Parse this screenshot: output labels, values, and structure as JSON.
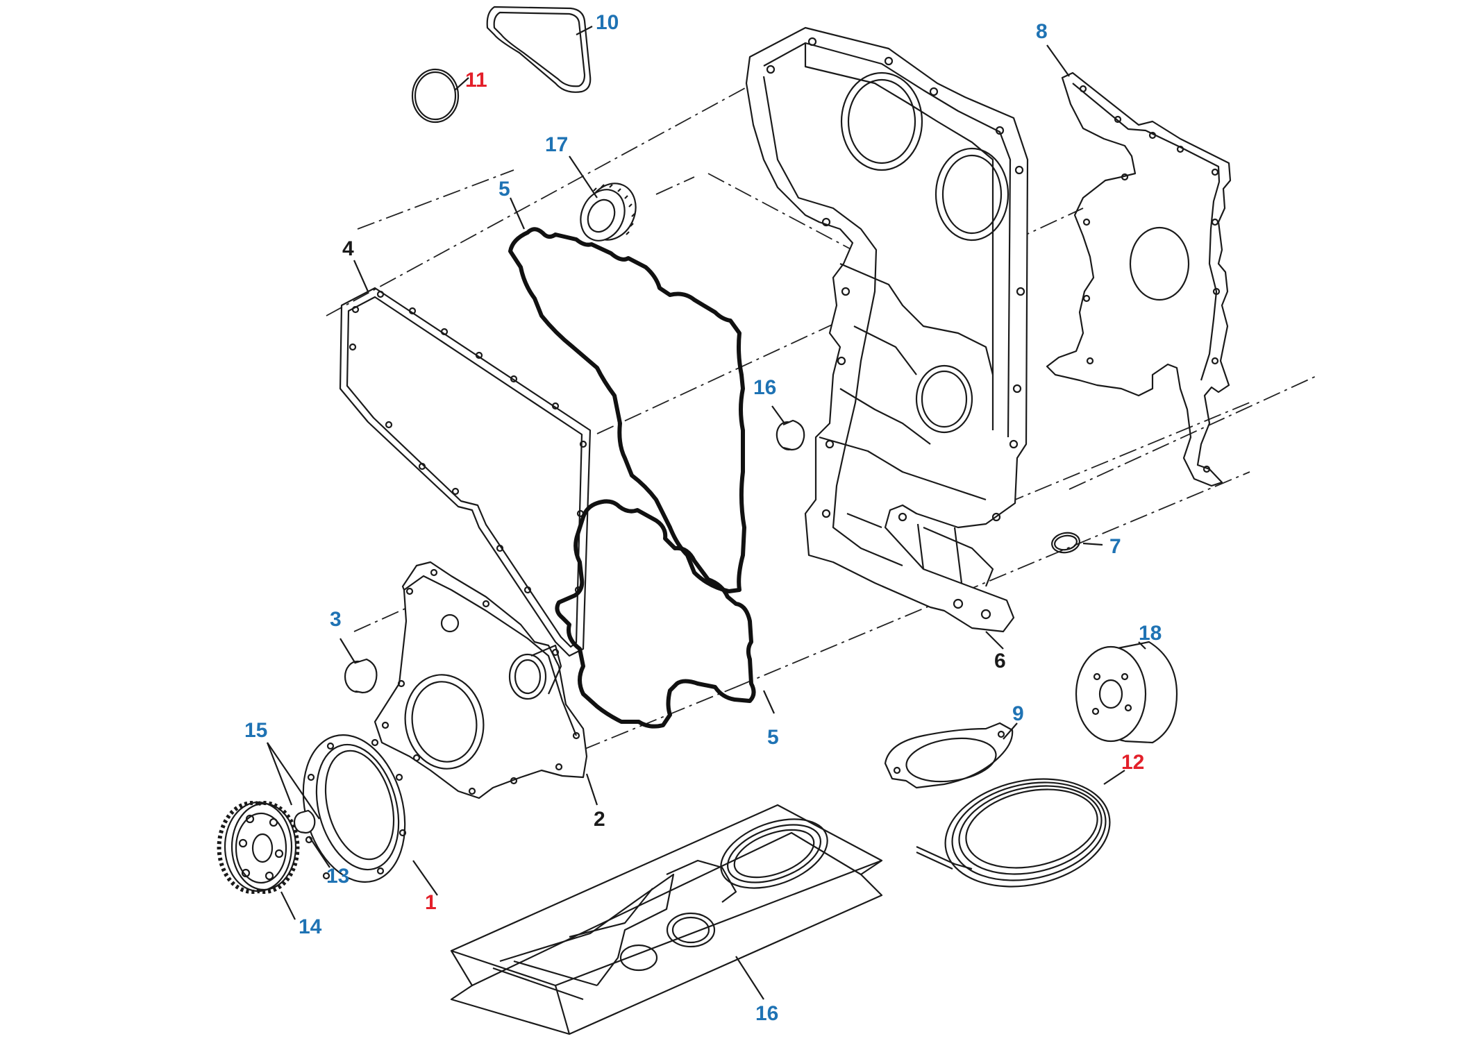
{
  "colors": {
    "callout_blue": "#1f73b4",
    "callout_red": "#e3202a",
    "callout_black": "#1a1a1a",
    "line": "#1a1a1a"
  },
  "callouts": {
    "p1": {
      "text": "1",
      "color": "#e3202a"
    },
    "p2": {
      "text": "2",
      "color": "#1a1a1a"
    },
    "p3": {
      "text": "3",
      "color": "#1f73b4"
    },
    "p4": {
      "text": "4",
      "color": "#1a1a1a"
    },
    "p5a": {
      "text": "5",
      "color": "#1f73b4"
    },
    "p5b": {
      "text": "5",
      "color": "#1f73b4"
    },
    "p6": {
      "text": "6",
      "color": "#1a1a1a"
    },
    "p7": {
      "text": "7",
      "color": "#1f73b4"
    },
    "p8": {
      "text": "8",
      "color": "#1f73b4"
    },
    "p9": {
      "text": "9",
      "color": "#1f73b4"
    },
    "p10": {
      "text": "10",
      "color": "#1f73b4"
    },
    "p11": {
      "text": "11",
      "color": "#e3202a"
    },
    "p12": {
      "text": "12",
      "color": "#e3202a"
    },
    "p13": {
      "text": "13",
      "color": "#1f73b4"
    },
    "p14": {
      "text": "14",
      "color": "#1f73b4"
    },
    "p15": {
      "text": "15",
      "color": "#1f73b4"
    },
    "p16a": {
      "text": "16",
      "color": "#1f73b4"
    },
    "p16b": {
      "text": "16",
      "color": "#1f73b4"
    },
    "p17": {
      "text": "17",
      "color": "#1f73b4"
    },
    "p18": {
      "text": "18",
      "color": "#1f73b4"
    }
  }
}
